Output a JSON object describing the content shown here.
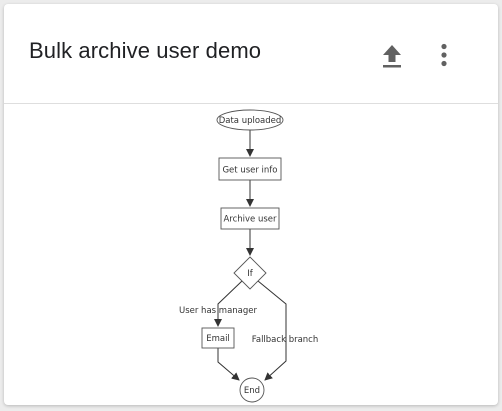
{
  "card": {
    "title": "Bulk archive user demo"
  },
  "actions": {
    "upload_icon": "upload-icon",
    "more_icon": "more-vert-icon"
  },
  "colors": {
    "icon": "#616161",
    "title": "#202124",
    "node_stroke": "#555555"
  },
  "flowchart": {
    "nodes": {
      "start": "Data uploaded",
      "get_user_info": "Get user info",
      "archive_user": "Archive user",
      "condition": "If",
      "email": "Email",
      "end": "End"
    },
    "edge_labels": {
      "manager_branch": "User has manager",
      "fallback_branch": "Fallback branch"
    }
  }
}
